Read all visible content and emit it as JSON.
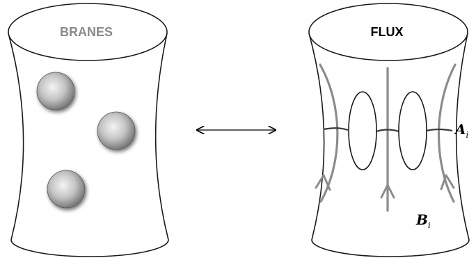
{
  "left_panel": {
    "title": "BRANES",
    "title_color": "#8a8a8a",
    "brane_count": 3
  },
  "right_panel": {
    "title": "FLUX",
    "title_color": "#000000",
    "cycle_a_symbol": "A",
    "cycle_a_index": "i",
    "cycle_b_symbol": "B",
    "cycle_b_index": "i",
    "flux_line_color": "#8c8c8c",
    "cycle_line_color": "#3a3a3a"
  },
  "connector": {
    "type": "double-headed-arrow"
  }
}
